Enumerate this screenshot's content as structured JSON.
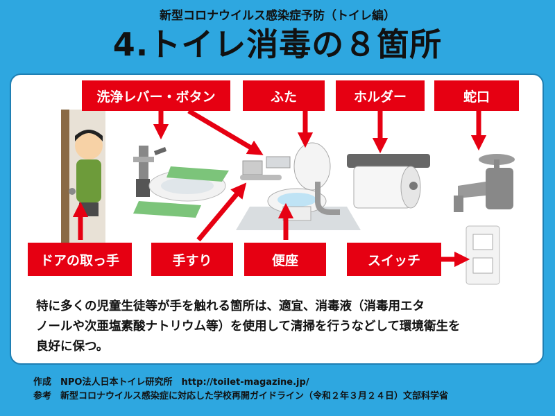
{
  "header": {
    "subtitle": "新型コロナウイルス感染症予防（トイレ編）",
    "title": "4.トイレ消毒の８箇所"
  },
  "labels": {
    "lever_button": "洗浄レバー・ボタン",
    "lid": "ふた",
    "holder": "ホルダー",
    "faucet": "蛇口",
    "door_handle": "ドアの取っ手",
    "handrail": "手すり",
    "seat": "便座",
    "switch": "スイッチ"
  },
  "description": {
    "line1": "特に多くの児童生徒等が手を触れる箇所は、適宜、消毒液（消毒用エタ",
    "line2": "ノールや次亜塩素酸ナトリウム等）を使用して清掃を行うなどして環境衛生を",
    "line3": "良好に保つ。"
  },
  "footer": {
    "author": "作成　NPO法人日本トイレ研究所　http://toilet-magazine.jp/",
    "reference": "参考　新型コロナウイルス感染症に対応した学校再開ガイドライン（令和２年３月２４日）文部科学省"
  },
  "colors": {
    "background": "#2ea7e0",
    "label": "#e60012",
    "panel": "#ffffff"
  }
}
